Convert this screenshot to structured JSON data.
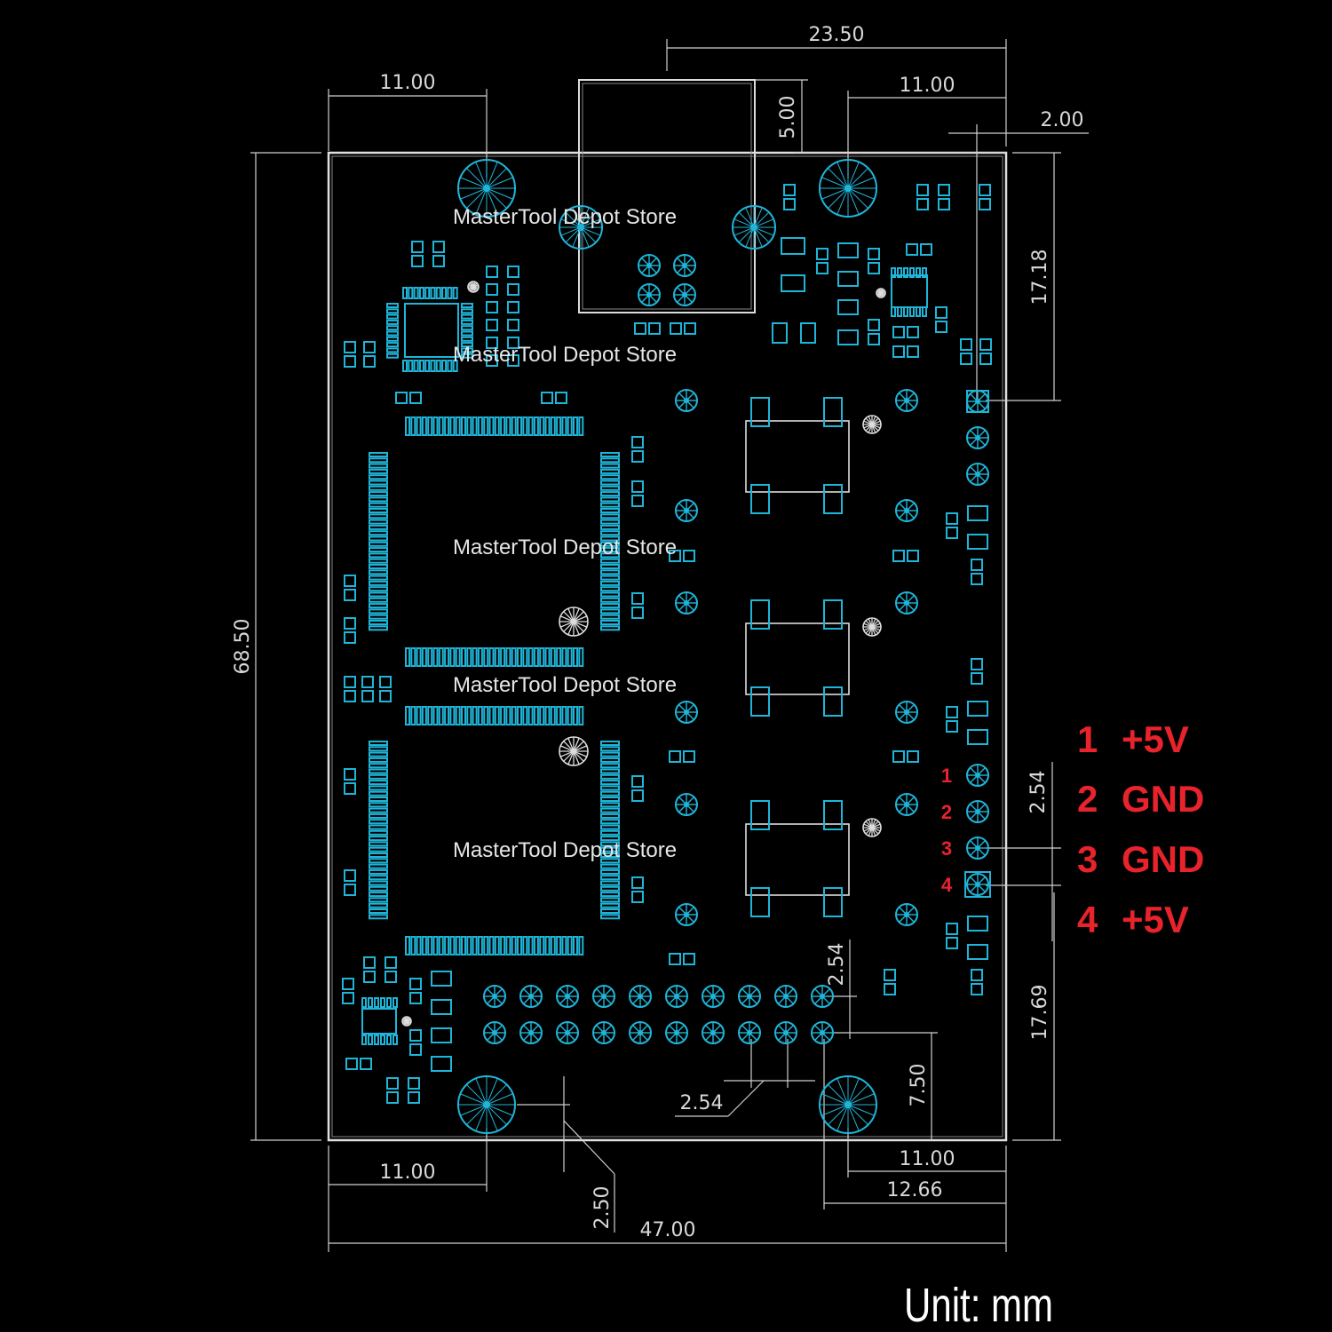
{
  "diagram": {
    "dimensions": {
      "top_span": "23.50",
      "top_left_hole": "11.00",
      "top_right_hole": "11.00",
      "rj45_overhang": "5.00",
      "right_edge": "2.00",
      "height_total": "68.50",
      "right_upper": "17.18",
      "pin_pitch_right": "2.54",
      "right_lower": "17.69",
      "header_pitch_vertical": "2.54",
      "header_to_edge": "7.50",
      "header_pitch_horizontal": "2.54",
      "bottom_hole_offset": "2.50",
      "bottom_left_hole": "11.00",
      "bottom_right_hole": "11.00",
      "bottom_header_offset": "12.66",
      "width_total": "47.00"
    },
    "watermarks": [
      "MasterTool Depot Store",
      "MasterTool Depot Store",
      "MasterTool Depot Store",
      "MasterTool Depot Store",
      "MasterTool Depot Store"
    ],
    "pin_numbers": [
      "1",
      "2",
      "3",
      "4"
    ],
    "pinout": [
      {
        "num": "1",
        "label": "+5V"
      },
      {
        "num": "2",
        "label": "GND"
      },
      {
        "num": "3",
        "label": "GND"
      },
      {
        "num": "4",
        "label": "+5V"
      }
    ],
    "unit_text": "Unit: mm"
  },
  "colors": {
    "background": "#000000",
    "silkscreen": "#1fb5d8",
    "pinout_text": "#e8232c",
    "dimension": "#d8d8d8"
  }
}
